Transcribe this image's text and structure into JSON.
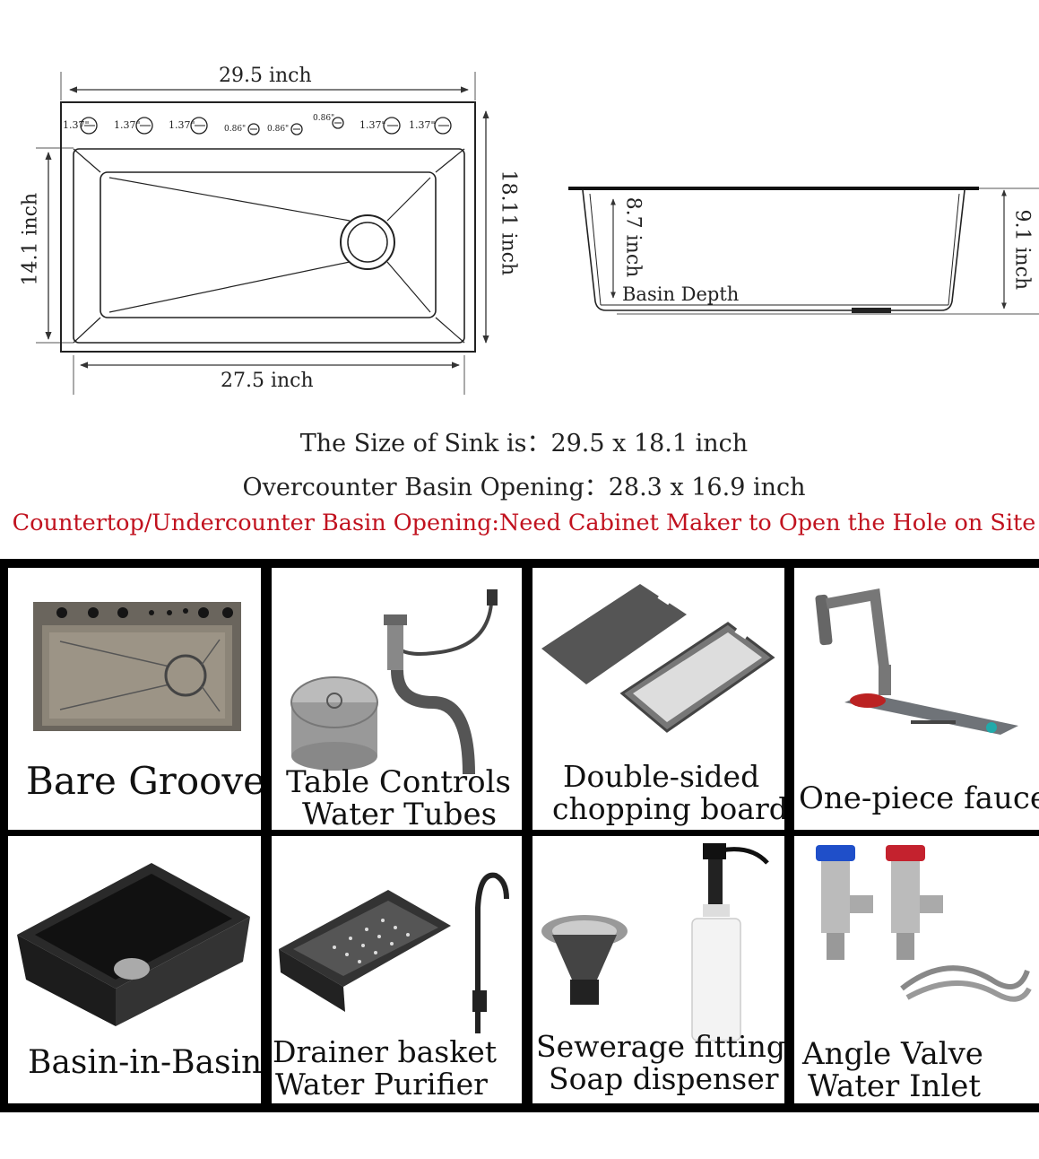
{
  "top_diagram": {
    "width_label": "29.5 inch",
    "inner_width_label": "27.5 inch",
    "inner_height_label": "14.1 inch",
    "height_label": "18.11 inch",
    "hole_labels": [
      "1.37\"",
      "1.37\"",
      "1.37\"",
      "0.86\"",
      "0.86\"",
      "0.86\"",
      "1.37\"",
      "1.37\""
    ]
  },
  "side_diagram": {
    "basin_depth_value": "8.7 inch",
    "basin_depth_label": "Basin Depth",
    "total_depth_label": "9.1 inch"
  },
  "specs": {
    "size_line": "The Size of Sink is：29.5 x 18.1 inch",
    "opening_line": "Overcounter Basin Opening：28.3 x 16.9 inch",
    "note_line": "Countertop/Undercounter Basin Opening:Need Cabinet Maker to Open the Hole on Site",
    "note_color": "#c1121f"
  },
  "items": [
    {
      "line1": "Bare Groove",
      "line2": ""
    },
    {
      "line1": "Table Controls",
      "line2": "Water Tubes"
    },
    {
      "line1": "Double-sided",
      "line2": "chopping board"
    },
    {
      "line1": "One-piece faucet",
      "line2": ""
    },
    {
      "line1": "Basin-in-Basin",
      "line2": ""
    },
    {
      "line1": "Drainer basket",
      "line2": "Water Purifier"
    },
    {
      "line1": "Sewerage fittings",
      "line2": "Soap dispenser"
    },
    {
      "line1": "Angle Valve",
      "line2": "Water Inlet"
    }
  ]
}
